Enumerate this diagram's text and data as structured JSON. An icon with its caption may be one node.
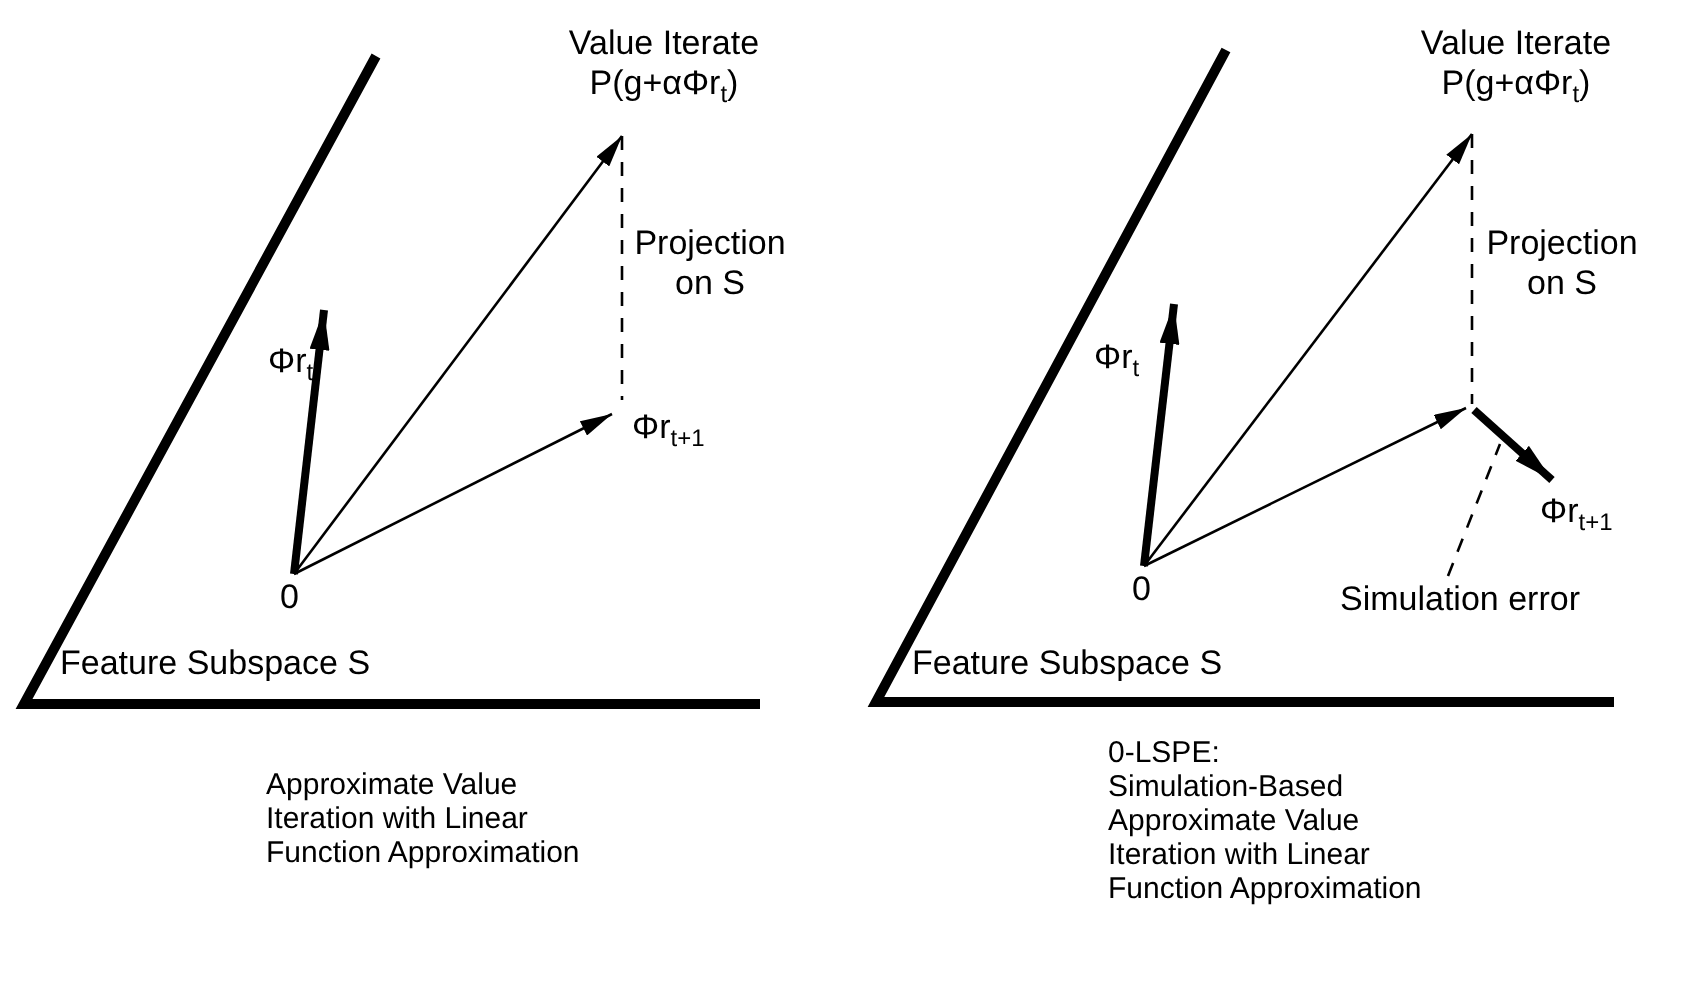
{
  "diagram": {
    "nodes": [
      {
        "text": [
          "0"
        ]
      },
      {
        "text": [
          "Φr$_{t}$"
        ]
      },
      {
        "text": [
          "Value Iterate",
          "P(g+αΦr$_{t}$)"
        ]
      },
      {
        "text": [
          "Φr$_{t+1}$"
        ]
      },
      {
        "text": [
          "0"
        ]
      },
      {
        "text": [
          "Φr$_{t}$"
        ]
      },
      {
        "text": [
          "Value Iterate",
          "P(g+αΦr$_{t}$)"
        ]
      },
      {
        "text": [
          "Φr$_{t+1}$"
        ]
      },
      {
        "text": [
          "Simulation error"
        ]
      }
    ],
    "edges": [
      {
        "from": 0,
        "to": 1,
        "arrow": "to",
        "style": "thick"
      },
      {
        "from": 0,
        "to": 2,
        "arrow": "to"
      },
      {
        "from": 0,
        "to": 3,
        "arrow": "to"
      },
      {
        "from": 2,
        "to": 3,
        "arrow": "none",
        "style": "dashed"
      },
      {
        "from": 4,
        "to": 5,
        "arrow": "to",
        "style": "thick"
      },
      {
        "from": 4,
        "to": 6,
        "arrow": "to"
      },
      {
        "from": 4,
        "to": null,
        "arrow": "to"
      },
      {
        "from": 6,
        "to": null,
        "arrow": "none",
        "style": "dashed"
      },
      {
        "from": null,
        "to": 7,
        "arrow": "to",
        "style": "thick"
      },
      {
        "from": 8,
        "to": null,
        "arrow": "none",
        "style": "dashed"
      }
    ],
    "labels": [
      "Projection on S",
      "Feature Subspace S",
      "Approximate Value Iteration with Linear Function Approximation",
      "Projection on S",
      "Feature Subspace S",
      "0-LSPE: Simulation-Based Approximate Value Iteration with Linear Function Approximation"
    ]
  }
}
